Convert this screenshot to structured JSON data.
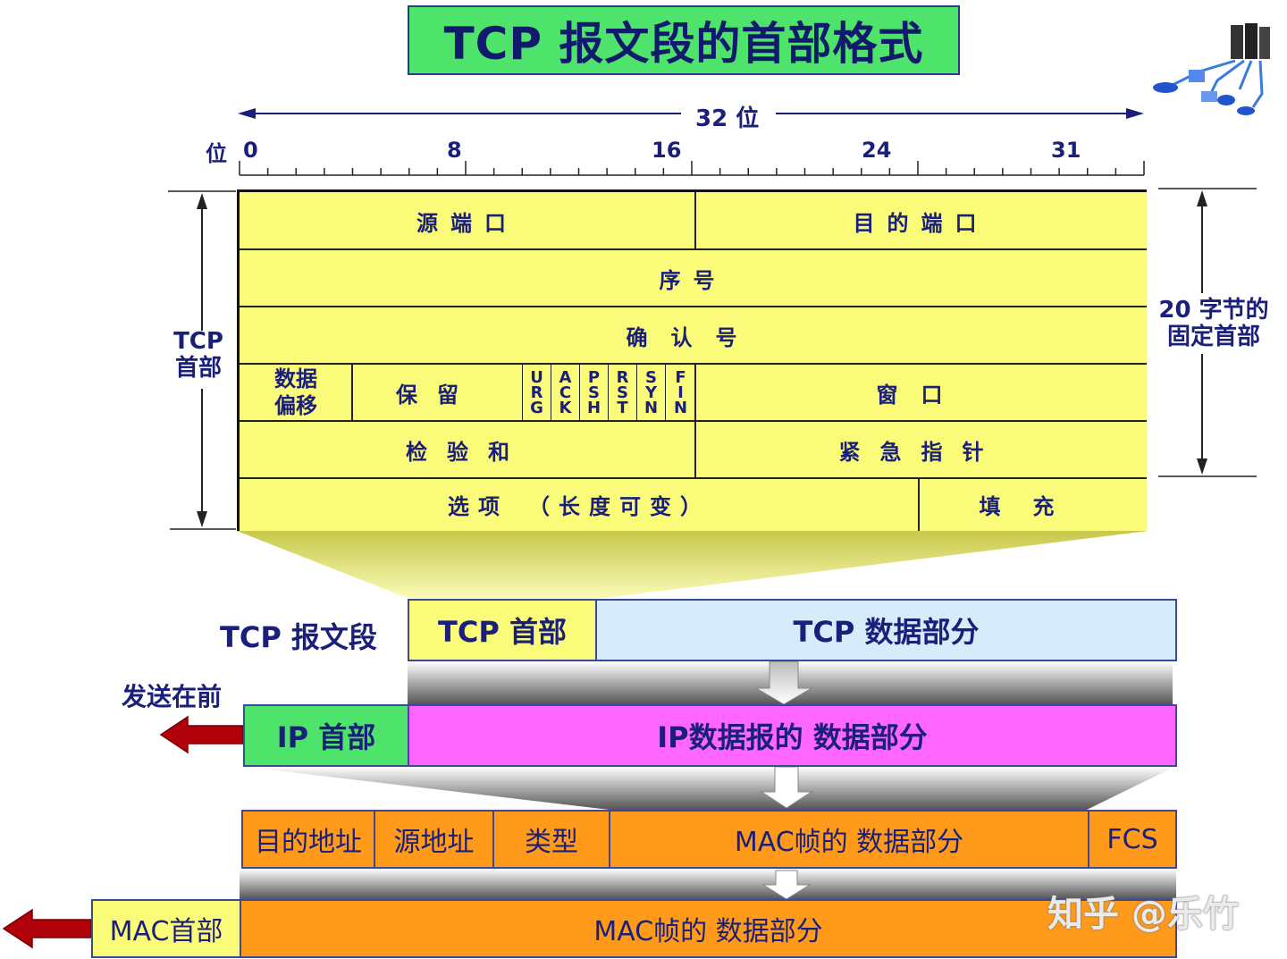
{
  "title": "TCP 报文段的首部格式",
  "bit_ruler": {
    "width_label": "32 位",
    "unit_label": "位",
    "ticks": [
      "0",
      "8",
      "16",
      "24",
      "31"
    ]
  },
  "tcp_header": {
    "row1": {
      "source_port": "源端口",
      "dest_port": "目的端口"
    },
    "row2": {
      "sequence": "序号"
    },
    "row3": {
      "ack_number": "确认号"
    },
    "row4": {
      "data_offset": [
        "数据",
        "偏移"
      ],
      "reserved": "保留",
      "flags": [
        "URG",
        "ACK",
        "PSH",
        "RST",
        "SYN",
        "FIN"
      ],
      "window": "窗口"
    },
    "row5": {
      "checksum": "检验和",
      "urgent_pointer": "紧急指针"
    },
    "row6": {
      "options": "选项　（长度可变）",
      "padding": "填充"
    }
  },
  "left_brace": {
    "label_line1": "TCP",
    "label_line2": "首部"
  },
  "right_brace": {
    "label_line1": "20 字节的",
    "label_line2": "固定首部"
  },
  "tcp_segment": {
    "label": "TCP 报文段",
    "header": "TCP 首部",
    "data": "TCP 数据部分"
  },
  "send_first_label": "发送在前",
  "ip_datagram": {
    "header": "IP 首部",
    "data": "IP数据报的 数据部分"
  },
  "mac_frame": {
    "dest": "目的地址",
    "src": "源地址",
    "type": "类型",
    "data": "MAC帧的 数据部分",
    "fcs": "FCS"
  },
  "mac_final": {
    "header": "MAC首部",
    "data": "MAC帧的 数据部分"
  },
  "watermark": "知乎 @乐竹",
  "colors": {
    "title_bg": "#4ee36a",
    "header_yellow": "#fbfb7a",
    "tcp_data_blue": "#d6ecfb",
    "ip_header_green": "#4ee36a",
    "ip_data_magenta": "#ff66ff",
    "mac_orange": "#ff9a1a",
    "arrow_red": "#b0000a",
    "text_navy": "#1a1f7a"
  }
}
